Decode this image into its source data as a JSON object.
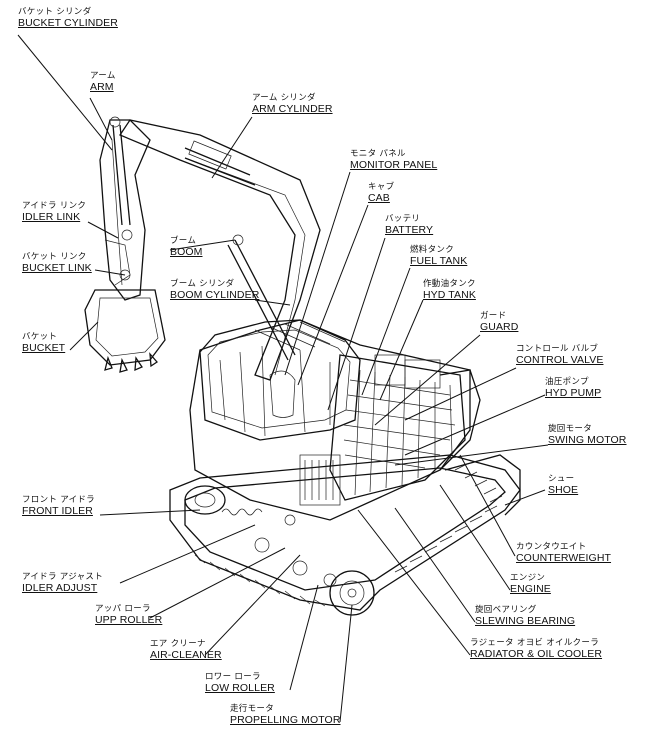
{
  "labels": {
    "bucket_cylinder": {
      "jp": "バケット シリンダ",
      "en": "BUCKET CYLINDER"
    },
    "arm": {
      "jp": "アーム",
      "en": "ARM"
    },
    "arm_cylinder": {
      "jp": "アーム シリンダ",
      "en": "ARM CYLINDER"
    },
    "monitor_panel": {
      "jp": "モニタ パネル",
      "en": "MONITOR PANEL"
    },
    "cab": {
      "jp": "キャブ",
      "en": "CAB"
    },
    "idler_link": {
      "jp": "アイドラ リンク",
      "en": "IDLER LINK"
    },
    "battery": {
      "jp": "バッテリ",
      "en": "BATTERY"
    },
    "boom": {
      "jp": "ブーム",
      "en": "BOOM"
    },
    "fuel_tank": {
      "jp": "燃料タンク",
      "en": "FUEL TANK"
    },
    "bucket_link": {
      "jp": "バケット リンク",
      "en": "BUCKET LINK"
    },
    "boom_cylinder": {
      "jp": "ブーム シリンダ",
      "en": "BOOM CYLINDER"
    },
    "hyd_tank": {
      "jp": "作動油タンク",
      "en": "HYD TANK"
    },
    "guard": {
      "jp": "ガード",
      "en": "GUARD"
    },
    "bucket": {
      "jp": "バケット",
      "en": "BUCKET"
    },
    "control_valve": {
      "jp": "コントロール バルブ",
      "en": "CONTROL VALVE"
    },
    "hyd_pump": {
      "jp": "油圧ポンプ",
      "en": "HYD PUMP"
    },
    "swing_motor": {
      "jp": "旋回モータ",
      "en": "SWING MOTOR"
    },
    "shoe": {
      "jp": "シュー",
      "en": "SHOE"
    },
    "front_idler": {
      "jp": "フロント アイドラ",
      "en": "FRONT IDLER"
    },
    "counterweight": {
      "jp": "カウンタウエイト",
      "en": "COUNTERWEIGHT"
    },
    "idler_adjust": {
      "jp": "アイドラ アジャスト",
      "en": "IDLER ADJUST"
    },
    "engine": {
      "jp": "エンジン",
      "en": "ENGINE"
    },
    "upp_roller": {
      "jp": "アッパ ローラ",
      "en": "UPP ROLLER"
    },
    "slewing_bearing": {
      "jp": "旋回ベアリング",
      "en": "SLEWING BEARING"
    },
    "air_cleaner": {
      "jp": "エア クリーナ",
      "en": "AIR-CLEANER"
    },
    "radiator_oil_cooler": {
      "jp": "ラジェータ オヨビ オイルクーラ",
      "en": "RADIATOR & OIL COOLER"
    },
    "low_roller": {
      "jp": "ロワー ローラ",
      "en": "LOW ROLLER"
    },
    "propelling_motor": {
      "jp": "走行モータ",
      "en": "PROPELLING MOTOR"
    }
  }
}
